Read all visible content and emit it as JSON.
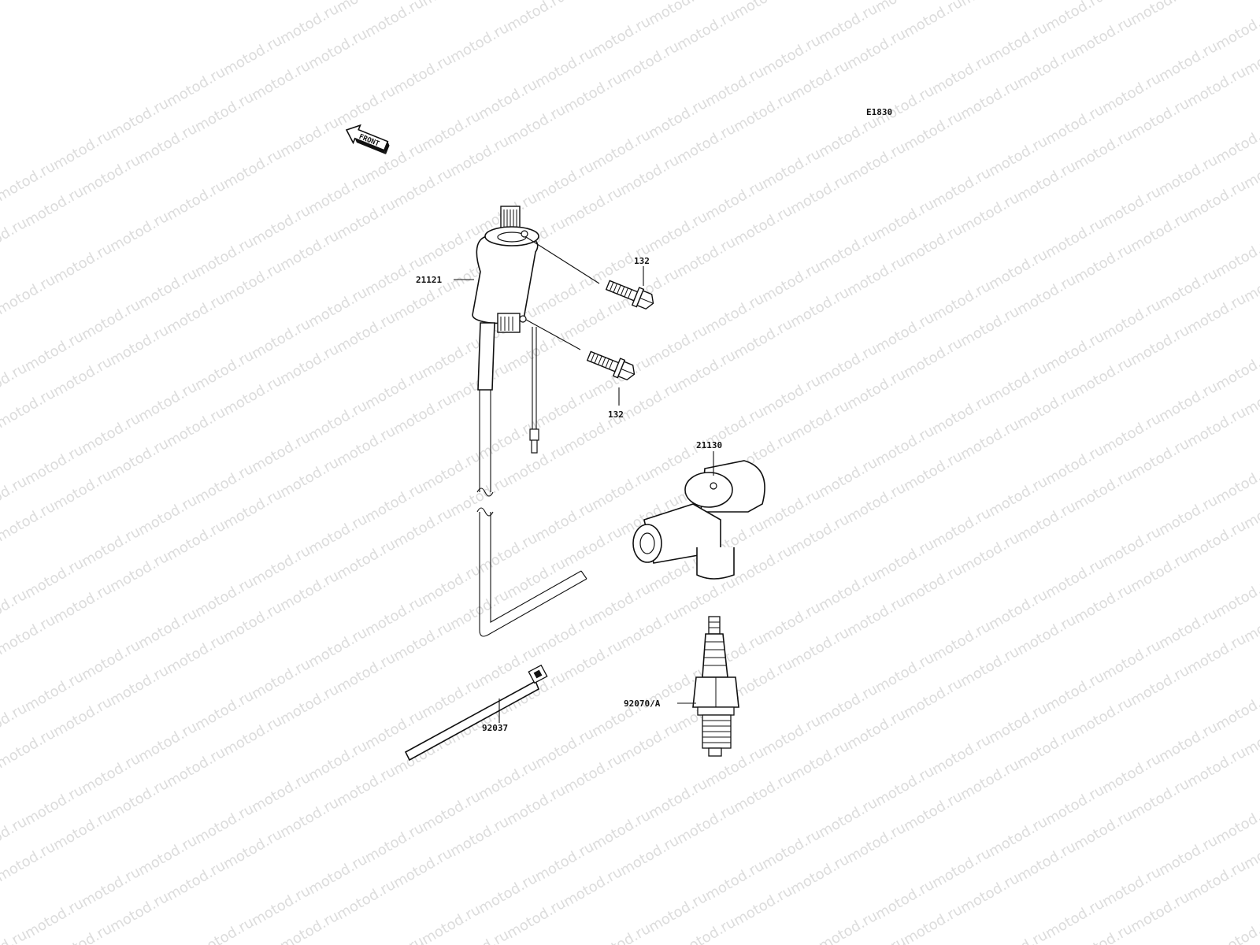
{
  "diagram_code": "E1830",
  "watermark_text": "motod.ru",
  "front_arrow_label": "FRONT",
  "callouts": {
    "coil": "21121",
    "bolt_top": "132",
    "bolt_bottom": "132",
    "cap": "21130",
    "plug": "92070/A",
    "tie": "92037"
  },
  "colors": {
    "line": "#111111",
    "watermark": "#dcdcdc",
    "background": "#ffffff"
  }
}
